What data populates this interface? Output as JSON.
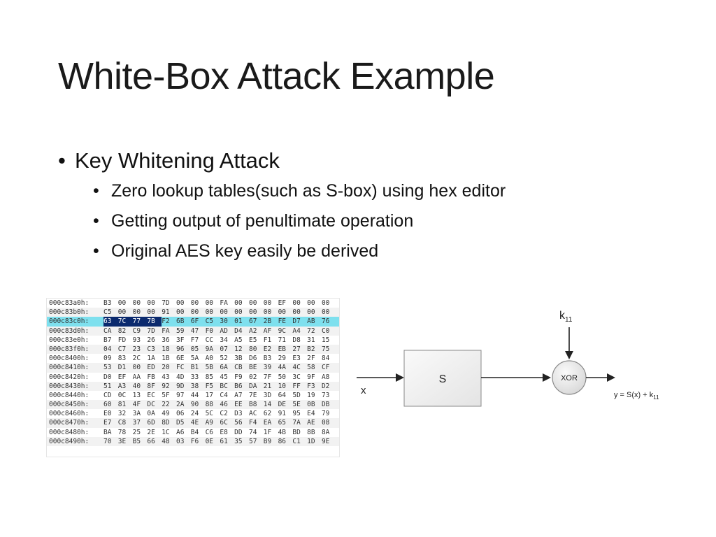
{
  "slide": {
    "title": "White-Box Attack Example",
    "bullet": "Key Whitening Attack",
    "sub_bullets": [
      "Zero lookup tables(such as S-box) using hex editor",
      "Getting output of penultimate operation",
      "Original AES key easily be derived"
    ]
  },
  "hex_editor": {
    "rows": [
      {
        "addr": "000c83a0h:",
        "bytes": [
          "B3",
          "00",
          "00",
          "00",
          "7D",
          "00",
          "00",
          "00",
          "FA",
          "00",
          "00",
          "00",
          "EF",
          "00",
          "00",
          "00"
        ]
      },
      {
        "addr": "000c83b0h:",
        "bytes": [
          "C5",
          "00",
          "00",
          "00",
          "91",
          "00",
          "00",
          "00",
          "00",
          "00",
          "00",
          "00",
          "00",
          "00",
          "00",
          "00"
        ]
      },
      {
        "addr": "000c83c0h:",
        "bytes": [
          "63",
          "7C",
          "77",
          "7B",
          "F2",
          "6B",
          "6F",
          "C5",
          "30",
          "01",
          "67",
          "2B",
          "FE",
          "D7",
          "AB",
          "76"
        ],
        "highlight": true,
        "selected_count": 4
      },
      {
        "addr": "000c83d0h:",
        "bytes": [
          "CA",
          "82",
          "C9",
          "7D",
          "FA",
          "59",
          "47",
          "F0",
          "AD",
          "D4",
          "A2",
          "AF",
          "9C",
          "A4",
          "72",
          "C0"
        ]
      },
      {
        "addr": "000c83e0h:",
        "bytes": [
          "B7",
          "FD",
          "93",
          "26",
          "36",
          "3F",
          "F7",
          "CC",
          "34",
          "A5",
          "E5",
          "F1",
          "71",
          "D8",
          "31",
          "15"
        ]
      },
      {
        "addr": "000c83f0h:",
        "bytes": [
          "04",
          "C7",
          "23",
          "C3",
          "18",
          "96",
          "05",
          "9A",
          "07",
          "12",
          "80",
          "E2",
          "EB",
          "27",
          "B2",
          "75"
        ]
      },
      {
        "addr": "000c8400h:",
        "bytes": [
          "09",
          "83",
          "2C",
          "1A",
          "1B",
          "6E",
          "5A",
          "A0",
          "52",
          "3B",
          "D6",
          "B3",
          "29",
          "E3",
          "2F",
          "84"
        ]
      },
      {
        "addr": "000c8410h:",
        "bytes": [
          "53",
          "D1",
          "00",
          "ED",
          "20",
          "FC",
          "B1",
          "5B",
          "6A",
          "CB",
          "BE",
          "39",
          "4A",
          "4C",
          "58",
          "CF"
        ]
      },
      {
        "addr": "000c8420h:",
        "bytes": [
          "D0",
          "EF",
          "AA",
          "FB",
          "43",
          "4D",
          "33",
          "85",
          "45",
          "F9",
          "02",
          "7F",
          "50",
          "3C",
          "9F",
          "A8"
        ]
      },
      {
        "addr": "000c8430h:",
        "bytes": [
          "51",
          "A3",
          "40",
          "8F",
          "92",
          "9D",
          "38",
          "F5",
          "BC",
          "B6",
          "DA",
          "21",
          "10",
          "FF",
          "F3",
          "D2"
        ]
      },
      {
        "addr": "000c8440h:",
        "bytes": [
          "CD",
          "0C",
          "13",
          "EC",
          "5F",
          "97",
          "44",
          "17",
          "C4",
          "A7",
          "7E",
          "3D",
          "64",
          "5D",
          "19",
          "73"
        ]
      },
      {
        "addr": "000c8450h:",
        "bytes": [
          "60",
          "81",
          "4F",
          "DC",
          "22",
          "2A",
          "90",
          "88",
          "46",
          "EE",
          "B8",
          "14",
          "DE",
          "5E",
          "0B",
          "DB"
        ]
      },
      {
        "addr": "000c8460h:",
        "bytes": [
          "E0",
          "32",
          "3A",
          "0A",
          "49",
          "06",
          "24",
          "5C",
          "C2",
          "D3",
          "AC",
          "62",
          "91",
          "95",
          "E4",
          "79"
        ]
      },
      {
        "addr": "000c8470h:",
        "bytes": [
          "E7",
          "C8",
          "37",
          "6D",
          "8D",
          "D5",
          "4E",
          "A9",
          "6C",
          "56",
          "F4",
          "EA",
          "65",
          "7A",
          "AE",
          "08"
        ]
      },
      {
        "addr": "000c8480h:",
        "bytes": [
          "BA",
          "78",
          "25",
          "2E",
          "1C",
          "A6",
          "B4",
          "C6",
          "E8",
          "DD",
          "74",
          "1F",
          "4B",
          "BD",
          "8B",
          "8A"
        ]
      },
      {
        "addr": "000c8490h:",
        "bytes": [
          "70",
          "3E",
          "B5",
          "66",
          "48",
          "03",
          "F6",
          "0E",
          "61",
          "35",
          "57",
          "B9",
          "86",
          "C1",
          "1D",
          "9E"
        ]
      }
    ]
  },
  "diagram": {
    "input_label": "x",
    "sbox_label": "S",
    "xor_label": "XOR",
    "key_label_base": "k",
    "key_label_sub": "11",
    "output_label_base": "y = S(x) + k",
    "output_label_sub": "11"
  }
}
